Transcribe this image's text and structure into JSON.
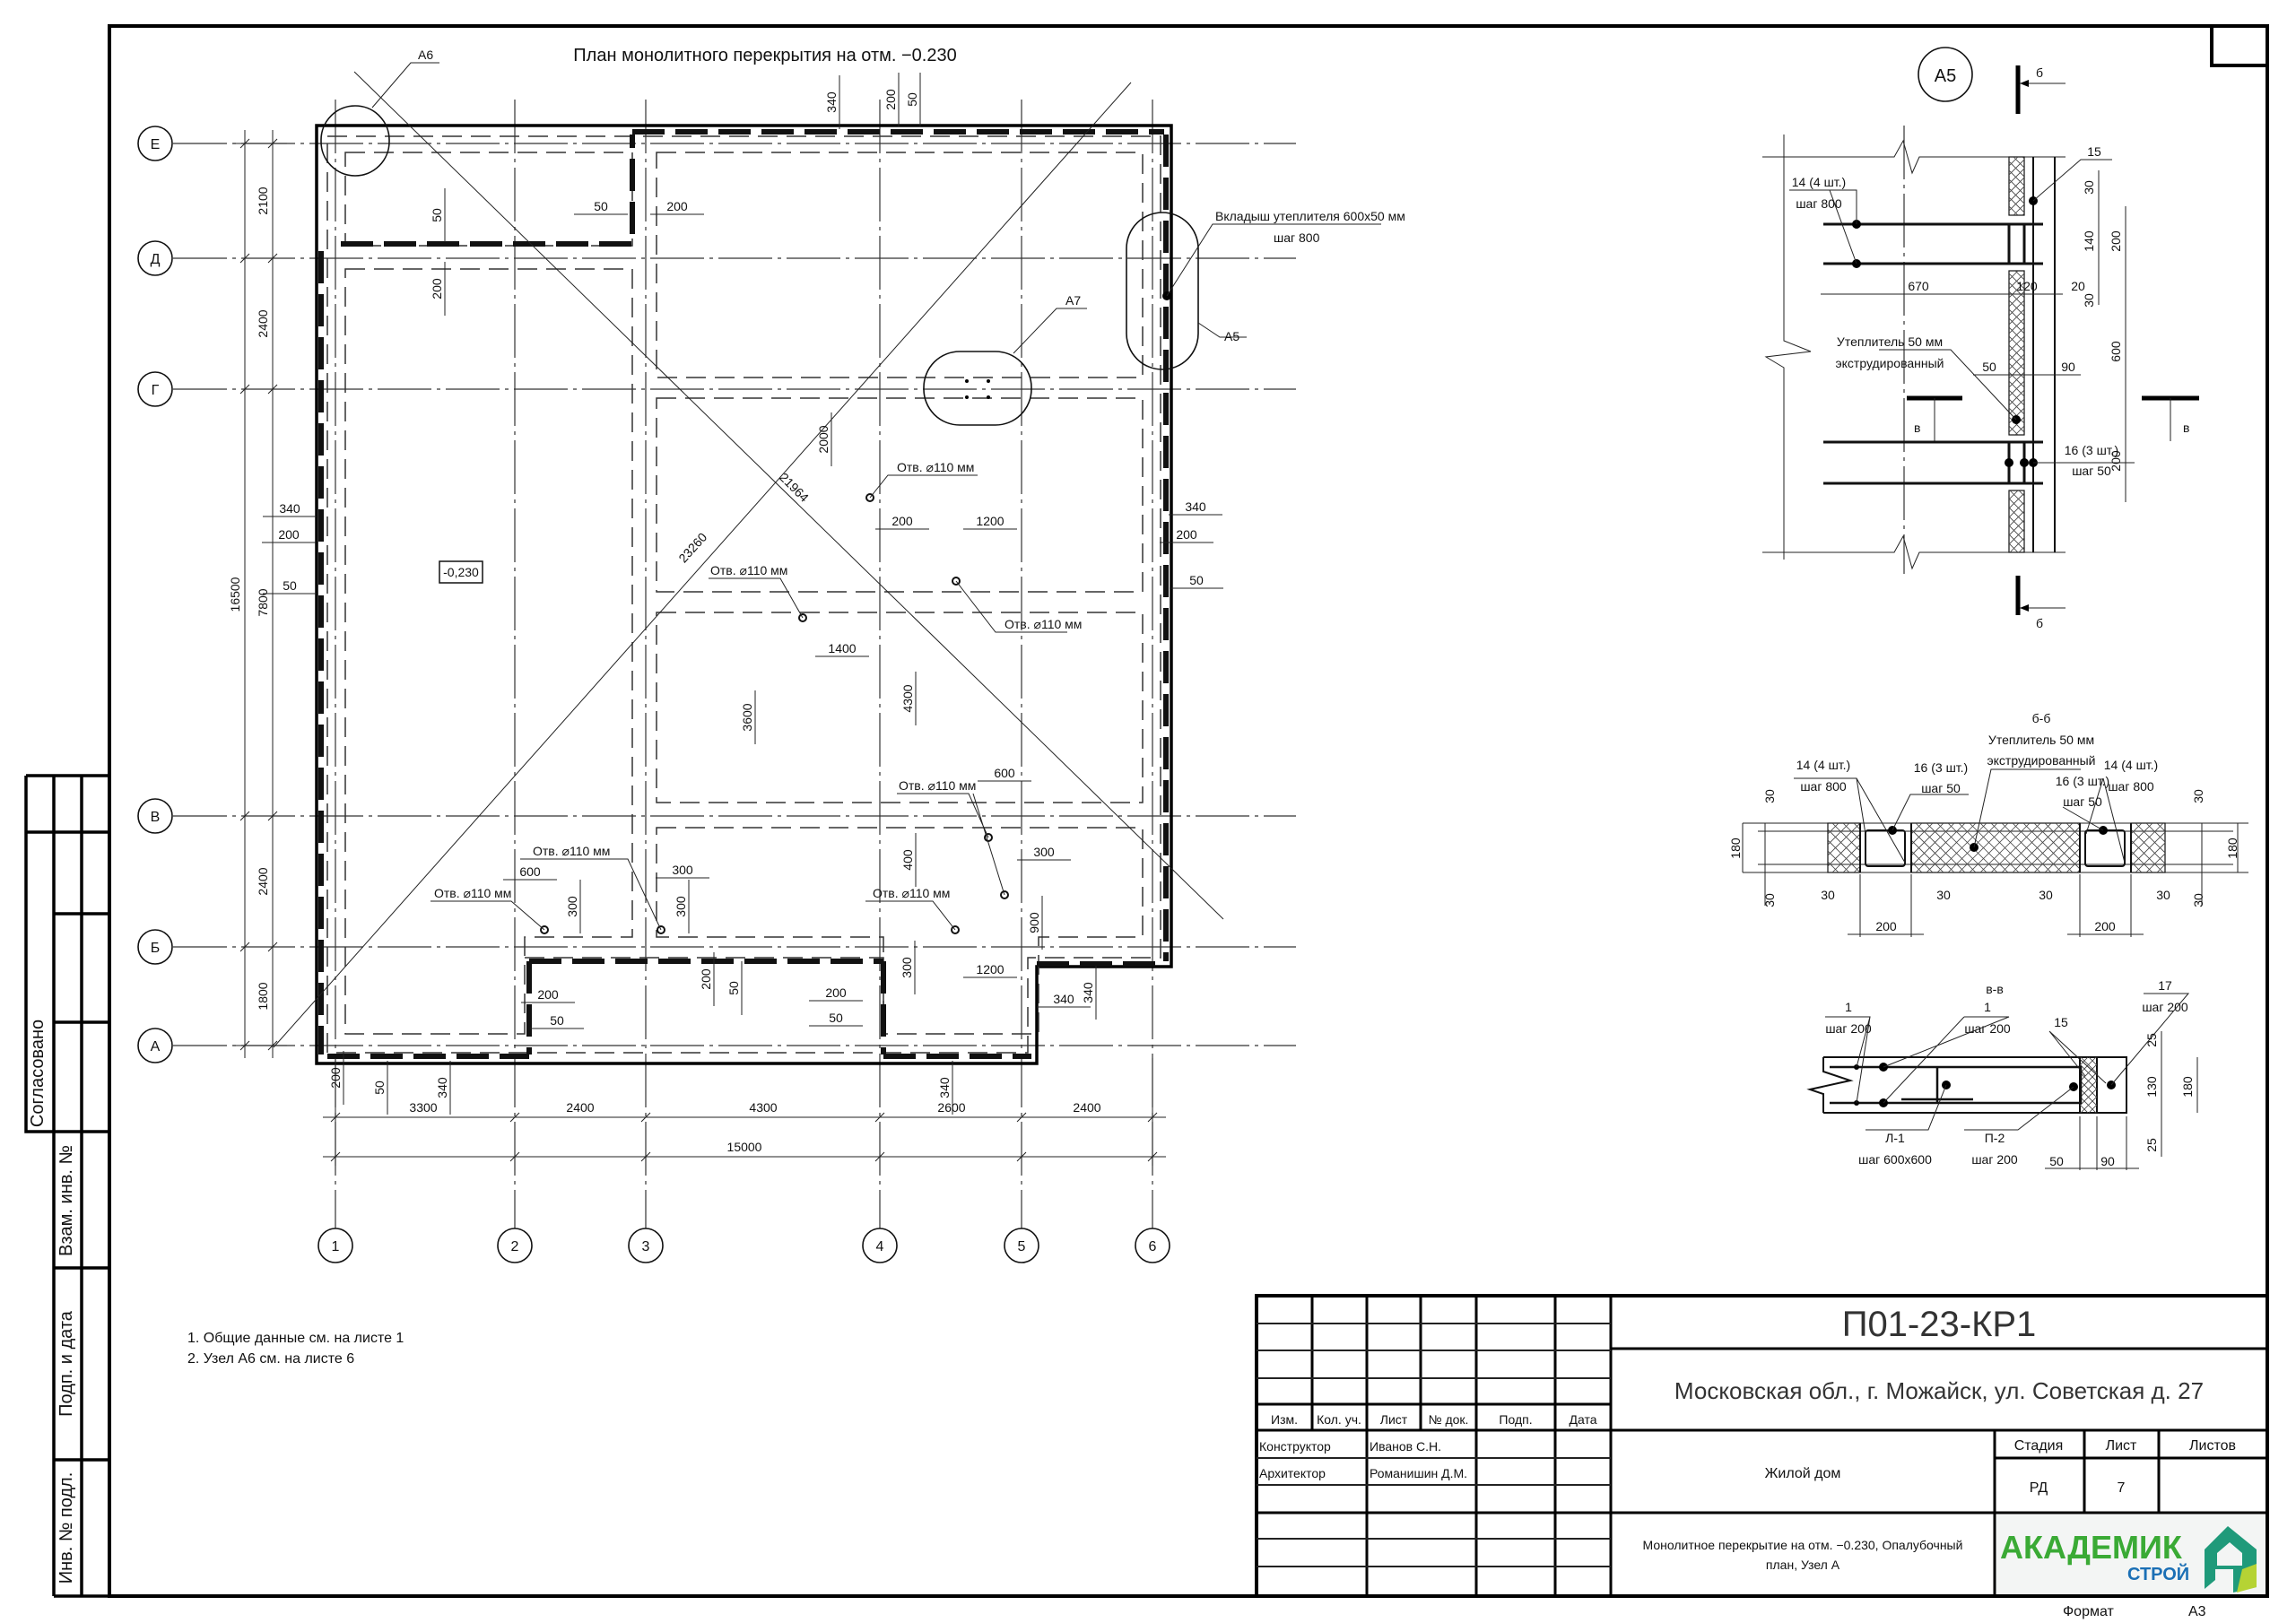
{
  "sheet": {
    "notes": [
      "1. Общие данные см. на листе 1",
      "2. Узел А6 см. на листе 6"
    ],
    "side_stamp": [
      "Согласовано",
      "Взам. инв. №",
      "Подп. и дата",
      "Инв. № подл."
    ]
  },
  "title_block": {
    "code": "П01-23-КР1",
    "address": "Московская обл., г. Можайск, ул. Советская д. 27",
    "headers": [
      "Изм.",
      "Кол. уч.",
      "Лист",
      "№ док.",
      "Подп.",
      "Дата"
    ],
    "roles": [
      {
        "role": "Конструктор",
        "name": "Иванов С.Н."
      },
      {
        "role": "Архитектор",
        "name": "Романишин Д.М."
      }
    ],
    "object": "Жилой дом",
    "stage_label": "Стадия",
    "sheet_label": "Лист",
    "sheets_label": "Листов",
    "stage": "РД",
    "sheet": "7",
    "description_1": "Монолитное перекрытие на отм. −0.230, Опалубочный",
    "description_2": "план, Узел А",
    "logo_main": "АКАДЕМИК",
    "logo_sub": "СТРОЙ",
    "format_label": "Формат",
    "format": "А3",
    "logo_colors": {
      "green": "#3aaa35",
      "blue": "#1a6fb5",
      "teal": "#1f9a7a"
    }
  },
  "plan": {
    "title": "План монолитного перекрытия на отм. −0.230",
    "axes_letters": [
      "Е",
      "Д",
      "Г",
      "В",
      "Б",
      "А"
    ],
    "axes_numbers": [
      "1",
      "2",
      "3",
      "4",
      "5",
      "6"
    ],
    "elevation": "-0,230",
    "callout_a6": "А6",
    "callout_a7": "А7",
    "callout_a5": "А5",
    "insert_label": "Вкладыш утеплителя 600х50 мм",
    "insert_step": "шаг 800",
    "hole_label": "Отв. ⌀110 мм",
    "span_dims": [
      "3300",
      "2400",
      "4300",
      "2600",
      "2400"
    ],
    "total_width": "15000",
    "row_dims": [
      "2100",
      "2400",
      "7800",
      "2400",
      "1800"
    ],
    "total_height": "16500",
    "diagonals": [
      "21964",
      "23260"
    ],
    "dims": [
      "340",
      "200",
      "50",
      "50",
      "200",
      "50",
      "200",
      "340",
      "200",
      "50",
      "340",
      "200",
      "50",
      "2000",
      "200",
      "1200",
      "1400",
      "3600",
      "4300",
      "600",
      "600",
      "300",
      "300",
      "300",
      "400",
      "300",
      "900",
      "300",
      "1200",
      "200",
      "50",
      "200",
      "50",
      "200",
      "50",
      "340",
      "340",
      "200",
      "50",
      "340",
      "340"
    ]
  },
  "detail_a5": {
    "title": "А5",
    "cut_b": "б",
    "cut_v": "в",
    "bar14": "14 (4 шт.)",
    "step800": "шаг 800",
    "bar15": "15",
    "bar16": "16 (3 шт.)",
    "step50": "шаг 50",
    "insul_1": "Утеплитель 50 мм",
    "insul_2": "экструдированный",
    "dims": [
      "670",
      "120",
      "20",
      "30",
      "140",
      "200",
      "30",
      "600",
      "200",
      "50",
      "90"
    ]
  },
  "section_bb": {
    "title": "б-б",
    "insul_1": "Утеплитель 50 мм",
    "insul_2": "экструдированный",
    "bar14": "14 (4 шт.)",
    "step800": "шаг 800",
    "bar16": "16 (3 шт.)",
    "step50": "шаг 50",
    "dims": [
      "30",
      "180",
      "30",
      "30",
      "180",
      "30",
      "30",
      "30",
      "30",
      "30",
      "200",
      "200"
    ]
  },
  "section_vv": {
    "title": "в-в",
    "bar1": "1",
    "step200": "шаг 200",
    "bar15": "15",
    "bar17": "17",
    "l1": "Л-1",
    "l1_step": "шаг 600х600",
    "p2": "П-2",
    "dims": [
      "25",
      "130",
      "180",
      "25",
      "50",
      "90"
    ]
  }
}
